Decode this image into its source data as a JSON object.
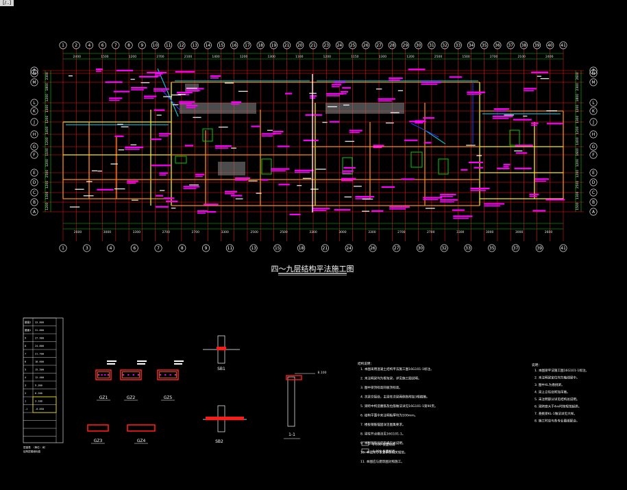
{
  "window": {
    "tab_label": "[/..]",
    "bg": "#000000"
  },
  "colors": {
    "axis_line": "#ff1a1a",
    "dim_line": "#00d000",
    "beam_orange": "#ff8c00",
    "beam_yellow": "#ffee00",
    "magenta_text": "#ff00ff",
    "cyan_line": "#00e0ff",
    "blue_line": "#2a3cff",
    "white": "#ffffff",
    "hatch": "#8a8a8a"
  },
  "plan": {
    "title": "四～九层结构平法施工图",
    "top_axes": [
      "1",
      "2",
      "4",
      "6",
      "7",
      "8",
      "9",
      "10",
      "11",
      "12",
      "13",
      "14",
      "15",
      "16",
      "17",
      "18",
      "19",
      "21",
      "20",
      "21",
      "23",
      "24",
      "25",
      "26",
      "27",
      "28",
      "29",
      "30",
      "31",
      "32",
      "33",
      "34",
      "35",
      "36",
      "37",
      "38",
      "39",
      "40",
      "41"
    ],
    "bottom_axes": [
      "1",
      "3",
      "4",
      "6",
      "7",
      "8",
      "9",
      "11",
      "13",
      "15",
      "18",
      "21",
      "24",
      "26",
      "27",
      "30",
      "32",
      "33",
      "35",
      "37",
      "39",
      "41"
    ],
    "row_axes": [
      "P",
      "N",
      "M",
      "L",
      "K",
      "J",
      "H",
      "G",
      "F",
      "E",
      "D",
      "C",
      "B",
      "A"
    ],
    "top_dims": [
      "2400",
      "1500",
      "1200",
      "2700",
      "2100",
      "1400",
      "1200",
      "1300",
      "1100",
      "1200",
      "1150",
      "1300",
      "1200",
      "2500",
      "1500",
      "2700",
      "2100",
      "2400"
    ],
    "bottom_dims": [
      "2600",
      "3000",
      "3300",
      "2700",
      "2700",
      "3300",
      "2500",
      "2500",
      "3300",
      "3000",
      "3300",
      "2700",
      "2700",
      "3300",
      "3000",
      "3000",
      "2600"
    ],
    "left_dims": [
      "2300",
      "1800",
      "1200",
      "1300",
      "1200",
      "1400",
      "1200",
      "1100",
      "1200",
      "2500",
      "1200",
      "1300",
      "1200"
    ],
    "right_dims": [
      "2600",
      "2300",
      "1800",
      "1200",
      "1300",
      "1200",
      "1400",
      "1600",
      "1200",
      "1200",
      "2500",
      "1300",
      "1500"
    ]
  },
  "details": {
    "columns": [
      "GZ1",
      "GZ2",
      "GZ5",
      "GZ3",
      "GZ4"
    ],
    "sections": [
      "SB1",
      "SB2",
      "1-1"
    ],
    "elevation_mark": "8.100",
    "table_caption": "层高表 （单位：米）",
    "table_subcaption": "结构层楼面标高",
    "table_rows": [
      "屋面2 33.800",
      "屋面1 31.000",
      "9 27.900",
      "8 24.800",
      "7 21.700",
      "6 18.600",
      "5 15.500",
      "4 12.400",
      "3 9.300",
      "2 6.200",
      "1 3.100",
      "-1 -0.050"
    ]
  },
  "notes_left": {
    "title": "结构说明：",
    "lines": [
      "1. 本图采用混凝土结构平法施工图16G101-1标注。",
      "2. 未注明梁均为框架梁，详见施工图说明。",
      "3. 图中梁顶标高同板顶标高。",
      "4. 次梁交接处，主梁在次梁两侧各附加3根箍筋。",
      "5. 梁跨中构造腰筋及拉筋做法详见16G101-1第90页。",
      "6. 结构平面中未注明板厚均为100mm。",
      "7. 楼板钢筋锚固详见图集要求。",
      "8. 梁柱节点做法见16G101-1。",
      "9. 本图钢筋强度等级见总说明。",
      "10. 本图未尽事宜参照相关规范。",
      "11. 本图应与建筑图对照施工。"
    ],
    "legend": [
      "-0.050 板面标高",
      "-0.020 板面标高"
    ]
  },
  "notes_right": {
    "title": "说明：",
    "lines": [
      "1. 本图梁平法施工图16G101-1标注。",
      "2. 未注明梁定位均为轴线居中。",
      "3. 图中XL为悬挑梁。",
      "4. 梁上立柱处附加吊筋。",
      "5. 未注明部分详见结构总说明。",
      "6. 梁跨度大于4m时按规范起拱。",
      "7. 悬挑梁KL-1做法详见大样。",
      "8. 施工时应与各专业图纸配合。"
    ]
  }
}
